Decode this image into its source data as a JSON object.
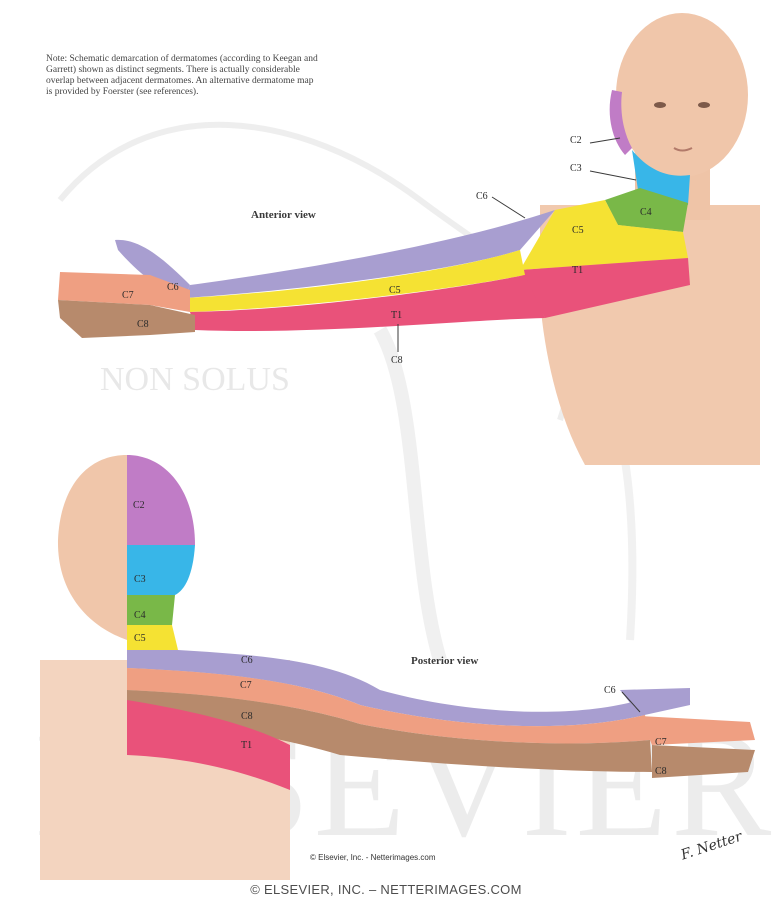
{
  "note": "Note: Schematic demarcation of dermatomes (according to Keegan and Garrett) shown as distinct segments. There is actually considerable overlap between adjacent dermatomes. An alternative dermatome map is provided by Foerster (see references).",
  "anterior": {
    "title": "Anterior view",
    "labels": {
      "c2": "C2",
      "c3": "C3",
      "c4": "C4",
      "c5_shoulder": "C5",
      "t1_chest": "T1",
      "c6_upper": "C6",
      "c6_hand": "C6",
      "c7": "C7",
      "c8_hand": "C8",
      "c5_arm": "C5",
      "t1_arm": "T1",
      "c8_below": "C8"
    }
  },
  "posterior": {
    "title": "Posterior view",
    "labels": {
      "c2": "C2",
      "c3": "C3",
      "c4": "C4",
      "c5": "C5",
      "c6": "C6",
      "c7": "C7",
      "c8": "C8",
      "t1": "T1",
      "c6_hand": "C6",
      "c7_hand": "C7",
      "c8_hand": "C8"
    }
  },
  "colors": {
    "C2": "#c07cc6",
    "C3": "#38b6e8",
    "C4": "#79b848",
    "C5": "#f5e233",
    "C6": "#a89ed0",
    "C7": "#ef9f82",
    "C8": "#b78a6c",
    "T1": "#e9527a",
    "skin": "#f1c9ae",
    "watermark": "#d4d4d4"
  },
  "watermark": {
    "text": "ELSEVIER",
    "motto": "NON SOLUS"
  },
  "credit": "© Elsevier, Inc. - Netterimages.com",
  "signature": "F. Netter",
  "footer": "© ELSEVIER, INC. – NETTERIMAGES.COM"
}
